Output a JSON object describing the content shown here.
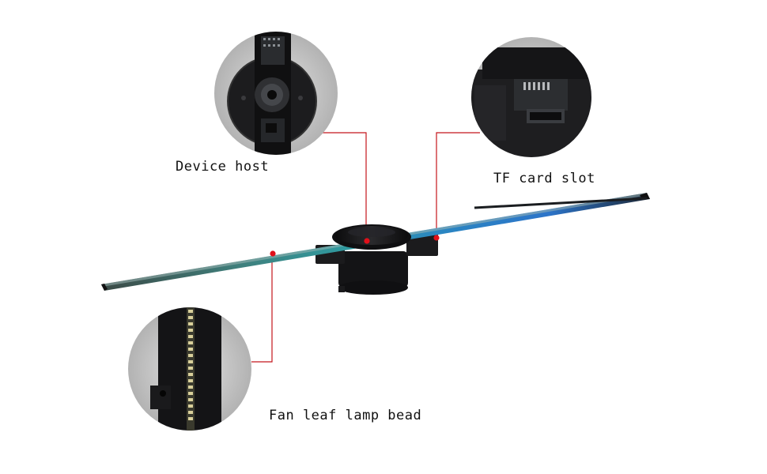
{
  "labels": {
    "device_host": "Device host",
    "tf_card_slot": "TF card slot",
    "fan_leaf_lamp_bead": "Fan leaf lamp bead"
  },
  "colors": {
    "leader_line": "#c4161c",
    "marker_dot": "#e0101a",
    "device_body": "#151517",
    "blade_teal": "#2f9aa0",
    "blade_blue": "#2c74c9",
    "blade_dark": "#2a2f33",
    "inset_background": "#c9c9c9"
  }
}
